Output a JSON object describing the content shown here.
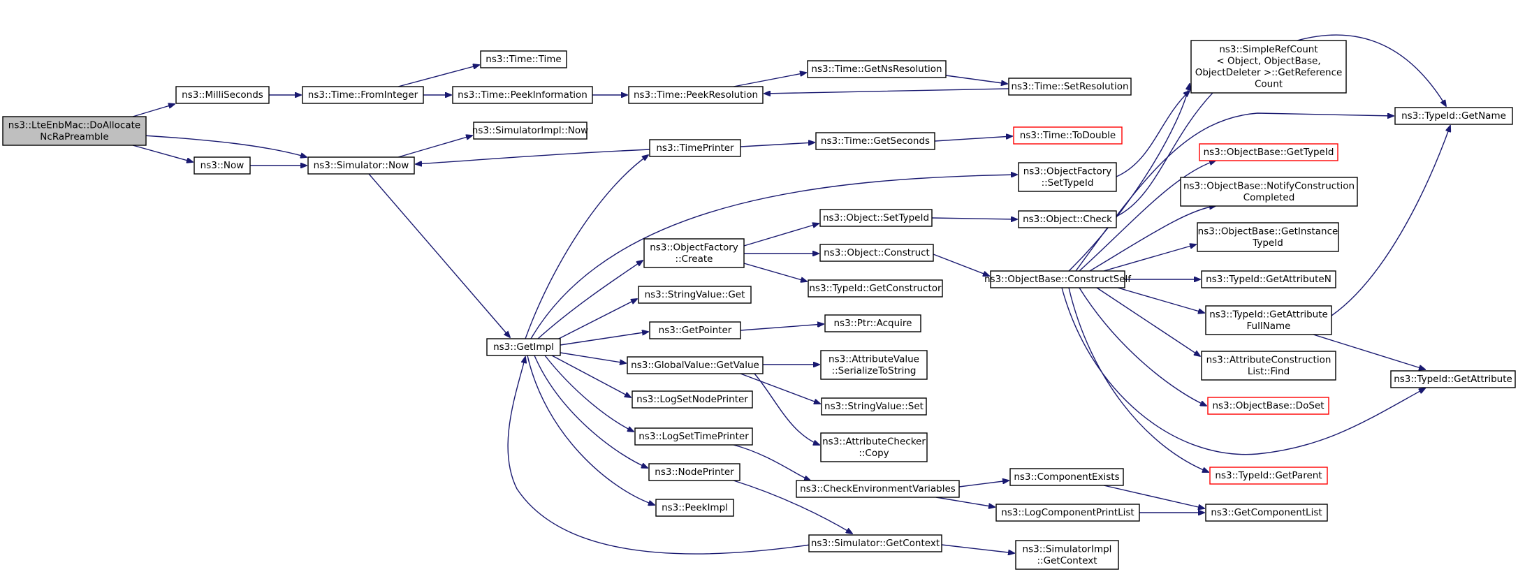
{
  "diagram": {
    "nodes": [
      {
        "id": "root",
        "lines": [
          "ns3::LteEnbMac::DoAllocate",
          "NcRaPreamble"
        ],
        "style": "root"
      },
      {
        "id": "millis",
        "lines": [
          "ns3::MilliSeconds"
        ]
      },
      {
        "id": "now",
        "lines": [
          "ns3::Now"
        ]
      },
      {
        "id": "simnow",
        "lines": [
          "ns3::Simulator::Now"
        ]
      },
      {
        "id": "fromint",
        "lines": [
          "ns3::Time::FromInteger"
        ]
      },
      {
        "id": "timetime",
        "lines": [
          "ns3::Time::Time"
        ]
      },
      {
        "id": "peekinfo",
        "lines": [
          "ns3::Time::PeekInformation"
        ]
      },
      {
        "id": "peekres",
        "lines": [
          "ns3::Time::PeekResolution"
        ]
      },
      {
        "id": "getns",
        "lines": [
          "ns3::Time::GetNsResolution"
        ]
      },
      {
        "id": "setres",
        "lines": [
          "ns3::Time::SetResolution"
        ]
      },
      {
        "id": "simimplnow",
        "lines": [
          "ns3::SimulatorImpl::Now"
        ]
      },
      {
        "id": "timeprinter",
        "lines": [
          "ns3::TimePrinter"
        ]
      },
      {
        "id": "getseconds",
        "lines": [
          "ns3::Time::GetSeconds"
        ]
      },
      {
        "id": "todouble",
        "lines": [
          "ns3::Time::ToDouble"
        ],
        "style": "red"
      },
      {
        "id": "getimpl",
        "lines": [
          "ns3::GetImpl"
        ]
      },
      {
        "id": "ofcreate",
        "lines": [
          "ns3::ObjectFactory",
          "::Create"
        ]
      },
      {
        "id": "ofsettypeid",
        "lines": [
          "ns3::ObjectFactory",
          "::SetTypeId"
        ]
      },
      {
        "id": "objsettypeid",
        "lines": [
          "ns3::Object::SetTypeId"
        ]
      },
      {
        "id": "objcheck",
        "lines": [
          "ns3::Object::Check"
        ]
      },
      {
        "id": "objconstruct",
        "lines": [
          "ns3::Object::Construct"
        ]
      },
      {
        "id": "getconstructor",
        "lines": [
          "ns3::TypeId::GetConstructor"
        ]
      },
      {
        "id": "constructself",
        "lines": [
          "ns3::ObjectBase::ConstructSelf"
        ]
      },
      {
        "id": "simplerefcount",
        "lines": [
          "ns3::SimpleRefCount",
          "< Object, ObjectBase,",
          "ObjectDeleter >::GetReference",
          "Count"
        ]
      },
      {
        "id": "getname",
        "lines": [
          "ns3::TypeId::GetName"
        ]
      },
      {
        "id": "obgettypeid",
        "lines": [
          "ns3::ObjectBase::GetTypeId"
        ],
        "style": "red"
      },
      {
        "id": "notifyconstruction",
        "lines": [
          "ns3::ObjectBase::NotifyConstruction",
          "Completed"
        ]
      },
      {
        "id": "getinstancetypeid",
        "lines": [
          "ns3::ObjectBase::GetInstance",
          "TypeId"
        ]
      },
      {
        "id": "getattributen",
        "lines": [
          "ns3::TypeId::GetAttributeN"
        ]
      },
      {
        "id": "getattrfullname",
        "lines": [
          "ns3::TypeId::GetAttribute",
          "FullName"
        ]
      },
      {
        "id": "getattribute",
        "lines": [
          "ns3::TypeId::GetAttribute"
        ]
      },
      {
        "id": "acfind",
        "lines": [
          "ns3::AttributeConstruction",
          "List::Find"
        ]
      },
      {
        "id": "doset",
        "lines": [
          "ns3::ObjectBase::DoSet"
        ],
        "style": "red"
      },
      {
        "id": "getparent",
        "lines": [
          "ns3::TypeId::GetParent"
        ],
        "style": "red"
      },
      {
        "id": "svget",
        "lines": [
          "ns3::StringValue::Get"
        ]
      },
      {
        "id": "getpointer",
        "lines": [
          "ns3::GetPointer"
        ]
      },
      {
        "id": "ptracquire",
        "lines": [
          "ns3::Ptr::Acquire"
        ]
      },
      {
        "id": "gvgetvalue",
        "lines": [
          "ns3::GlobalValue::GetValue"
        ]
      },
      {
        "id": "avserialize",
        "lines": [
          "ns3::AttributeValue",
          "::SerializeToString"
        ]
      },
      {
        "id": "svset",
        "lines": [
          "ns3::StringValue::Set"
        ]
      },
      {
        "id": "accopy",
        "lines": [
          "ns3::AttributeChecker",
          "::Copy"
        ]
      },
      {
        "id": "lognodeprinter",
        "lines": [
          "ns3::LogSetNodePrinter"
        ]
      },
      {
        "id": "logtimeprinter",
        "lines": [
          "ns3::LogSetTimePrinter"
        ]
      },
      {
        "id": "nodeprinter",
        "lines": [
          "ns3::NodePrinter"
        ]
      },
      {
        "id": "peekimpl",
        "lines": [
          "ns3::PeekImpl"
        ]
      },
      {
        "id": "checkenv",
        "lines": [
          "ns3::CheckEnvironmentVariables"
        ]
      },
      {
        "id": "compexists",
        "lines": [
          "ns3::ComponentExists"
        ]
      },
      {
        "id": "logcompprint",
        "lines": [
          "ns3::LogComponentPrintList"
        ]
      },
      {
        "id": "getcomplist",
        "lines": [
          "ns3::GetComponentList"
        ]
      },
      {
        "id": "simgetcontext",
        "lines": [
          "ns3::Simulator::GetContext"
        ]
      },
      {
        "id": "simimplgetcontext",
        "lines": [
          "ns3::SimulatorImpl",
          "::GetContext"
        ]
      }
    ],
    "colors": {
      "edge": "#191970",
      "root_fill": "#bfbfbf",
      "node_border": "#000000",
      "missing_border": "#ff0000"
    }
  }
}
